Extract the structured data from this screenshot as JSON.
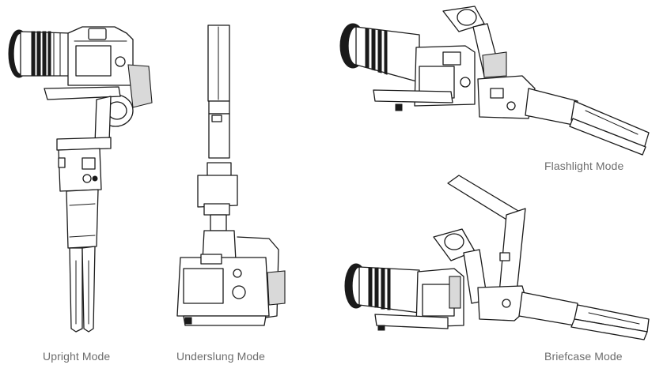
{
  "modes": {
    "upright": "Upright Mode",
    "underslung": "Underslung Mode",
    "flashlight": "Flashlight Mode",
    "briefcase": "Briefcase Mode"
  },
  "colors": {
    "line": "#1a1a1a",
    "caption": "#6d6d6d",
    "background": "#ffffff"
  }
}
